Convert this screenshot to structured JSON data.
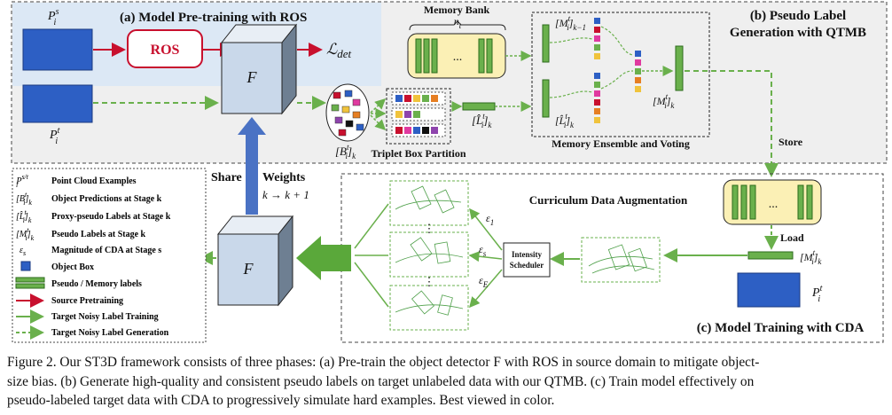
{
  "panels": {
    "a_title": "(a) Model Pre-training with ROS",
    "b_title_line1": "(b) Pseudo Label",
    "b_title_line2": "Generation with QTMB",
    "c_title": "(c) Model Training with CDA"
  },
  "blocks": {
    "ros": "ROS",
    "model": "F",
    "memory_bank": "Memory Bank",
    "memory_bank_n": "n",
    "memory_bank_n_sub": "t",
    "ellipsis": "...",
    "memory_ensemble_voting": "Memory Ensemble and Voting",
    "triplet_box_partition": "Triplet Box Partition",
    "store": "Store",
    "load": "Load",
    "share_weights": "Share",
    "share_weights_2": "Weights",
    "stage_step": "k → k + 1",
    "curriculum_data_augmentation": "Curriculum Data Augmentation",
    "intensity_scheduler_1": "Intensity",
    "intensity_scheduler_2": "Scheduler",
    "eps1": "ε",
    "eps1_sub": "1",
    "epss": "ε",
    "epss_sub": "s",
    "epsE": "ε",
    "epsE_sub": "E",
    "vdots": "⋮"
  },
  "math": {
    "L": "ℒ",
    "det": "det",
    "P": "P",
    "i": "i",
    "s": "s",
    "t": "t",
    "B": "[B",
    "M": "[M",
    "L_hat": "[L̂",
    "close_k": "]",
    "k": "k",
    "k_minus_1": "k−1"
  },
  "legend": [
    {
      "sym": "P",
      "sup": "s/t",
      "sub": "i",
      "label": "Point Cloud Examples"
    },
    {
      "sym": "[B",
      "sup": "t",
      "sub": "i",
      "tail": "]",
      "tailsub": "k",
      "label": "Object Predictions at Stage k"
    },
    {
      "sym": "[L̂",
      "sup": "t",
      "sub": "i",
      "tail": "]",
      "tailsub": "k",
      "label": "Proxy-pseudo Labels at Stage k"
    },
    {
      "sym": "[M",
      "sup": "t",
      "sub": "i",
      "tail": "]",
      "tailsub": "k",
      "label": "Pseudo Labels at Stage k"
    },
    {
      "sym": "ε",
      "sub": "s",
      "label": "Magnitude of CDA at Stage s"
    },
    {
      "label": "Object Box"
    },
    {
      "label": "Pseudo / Memory labels"
    },
    {
      "label": "Source Pretraining"
    },
    {
      "label": "Target Noisy Label Training"
    },
    {
      "label": "Target Noisy Label Generation"
    }
  ],
  "caption": {
    "line1": "Figure 2. Our ST3D framework consists of three phases: (a) Pre-train the object detector F with ROS in source domain to mitigate object-",
    "line2": "size bias. (b) Generate high-quality and consistent pseudo labels on target unlabeled data with our QTMB. (c) Train model effectively on",
    "line3": "pseudo-labeled target data with CDA to progressively simulate hard examples. Best viewed in color."
  },
  "colors": {
    "source_pretraining": "#c8102e",
    "target_training": "#6ab04c",
    "target_generation": "#6ab04c",
    "blue_box": "#2d5fc4",
    "panel_a_bg": "#dce8f5",
    "panel_b_bg": "#ececec",
    "memory_bank_bg": "#fbf0b5",
    "share_arrow": "#4a72c4",
    "big_green_arrow": "#5aa83a"
  }
}
